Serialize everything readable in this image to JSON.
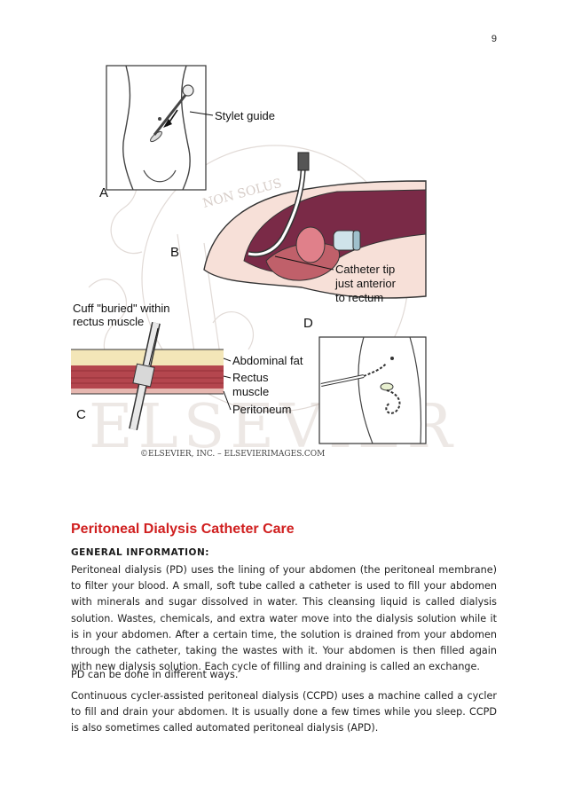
{
  "page_number": "9",
  "figure": {
    "labels": {
      "stylet_guide": "Stylet guide",
      "catheter_tip_line1": "Catheter tip",
      "catheter_tip_line2": "just anterior",
      "catheter_tip_line3": "to rectum",
      "cuff_line1": "Cuff \"buried\" within",
      "cuff_line2": "rectus muscle",
      "abdominal_fat": "Abdominal fat",
      "rectus_line1": "Rectus",
      "rectus_line2": "muscle",
      "peritoneum": "Peritoneum"
    },
    "letters": {
      "a": "A",
      "b": "B",
      "c": "C",
      "d": "D"
    },
    "copyright": "©ELSEVIER, INC. – ELSEVIERIMAGES.COM",
    "watermark": "NON SOLUS",
    "watermark_brand": "ELSEVIER"
  },
  "section": {
    "title": "Peritoneal Dialysis Catheter Care",
    "subtitle": "GENERAL INFORMATION:",
    "paragraphs": [
      "Peritoneal dialysis (PD) uses the lining of your abdomen (the peritoneal membrane) to filter your blood. A small, soft tube called a catheter is used to fill your abdomen with minerals and sugar dissolved in water. This cleansing liquid is called dialysis solution. Wastes, chemicals, and extra water move into the dialysis solution while it is in your abdomen. After a certain time, the solution is drained from your abdomen through the catheter, taking the wastes with it. Your abdomen is then filled again with new dialysis solution. Each cycle of filling and draining is called an exchange.",
      "PD can be done in different ways.",
      "Continuous cycler-assisted peritoneal dialysis (CCPD) uses a machine called a cycler to fill and drain your abdomen. It is usually done a few times while you sleep. CCPD is also sometimes called automated peritoneal dialysis (APD)."
    ]
  }
}
